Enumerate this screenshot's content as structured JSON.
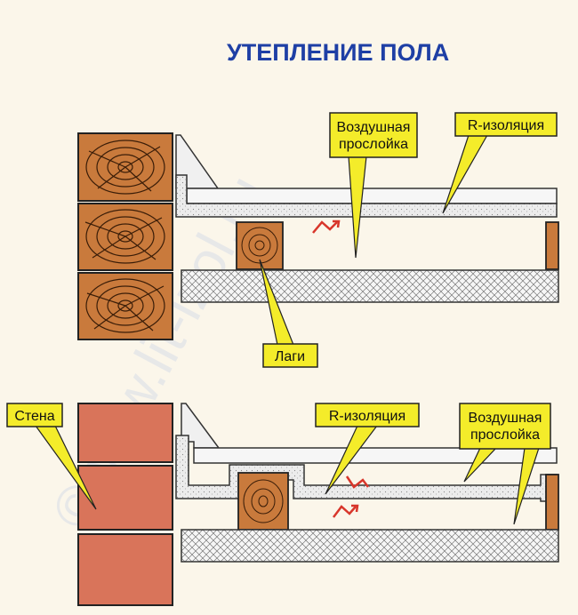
{
  "title": "УТЕПЛЕНИЕ ПОЛА",
  "watermark": "©www.lit-izol.ru",
  "colors": {
    "title": "#1e3fa5",
    "callout_fill": "#f4ec2a",
    "wood": "#c97a3c",
    "brick": "#d9745a",
    "arrow": "#d8362b",
    "background": "#fbf6ea"
  },
  "top_diagram": {
    "labels": {
      "air_gap": [
        "Воздушная",
        "прослойка"
      ],
      "r_insulation": "R-изоляция",
      "joists": "Лаги"
    }
  },
  "bottom_diagram": {
    "labels": {
      "wall": "Стена",
      "r_insulation": "R-изоляция",
      "air_gap": [
        "Воздушная",
        "прослойка"
      ]
    }
  }
}
